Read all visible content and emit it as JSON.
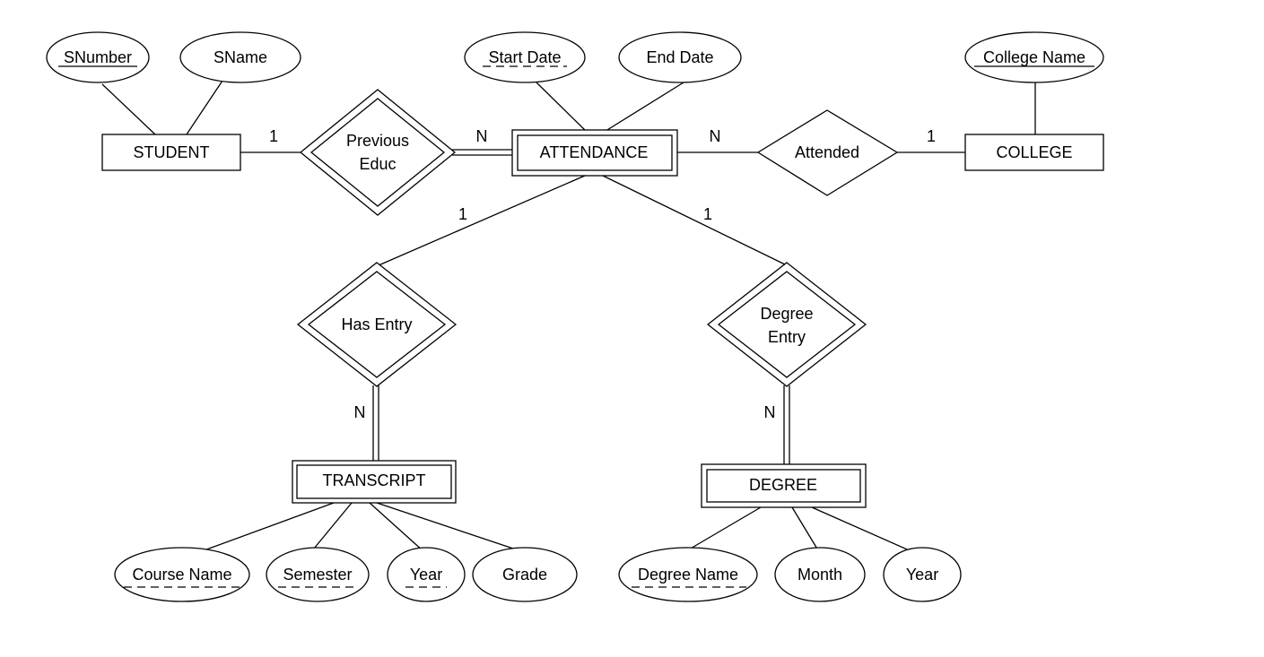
{
  "diagram": {
    "entities": {
      "student": "STUDENT",
      "attendance": "ATTENDANCE",
      "college": "COLLEGE",
      "transcript": "TRANSCRIPT",
      "degree": "DEGREE"
    },
    "relationships": {
      "previous_educ": [
        "Previous",
        "Educ"
      ],
      "attended": "Attended",
      "has_entry": "Has Entry",
      "degree_entry": [
        "Degree",
        "Entry"
      ]
    },
    "attributes": {
      "snumber": "SNumber",
      "sname": "SName",
      "start_date": "Start Date",
      "end_date": "End Date",
      "college_name": "College Name",
      "course_name": "Course Name",
      "semester": "Semester",
      "transcript_year": "Year",
      "grade": "Grade",
      "degree_name": "Degree Name",
      "month": "Month",
      "degree_year": "Year"
    },
    "cardinalities": {
      "student_previous_educ": "1",
      "attendance_previous_educ": "N",
      "attendance_attended": "N",
      "college_attended": "1",
      "attendance_has_entry": "1",
      "attendance_degree_entry": "1",
      "transcript_has_entry": "N",
      "degree_degree_entry": "N"
    }
  }
}
